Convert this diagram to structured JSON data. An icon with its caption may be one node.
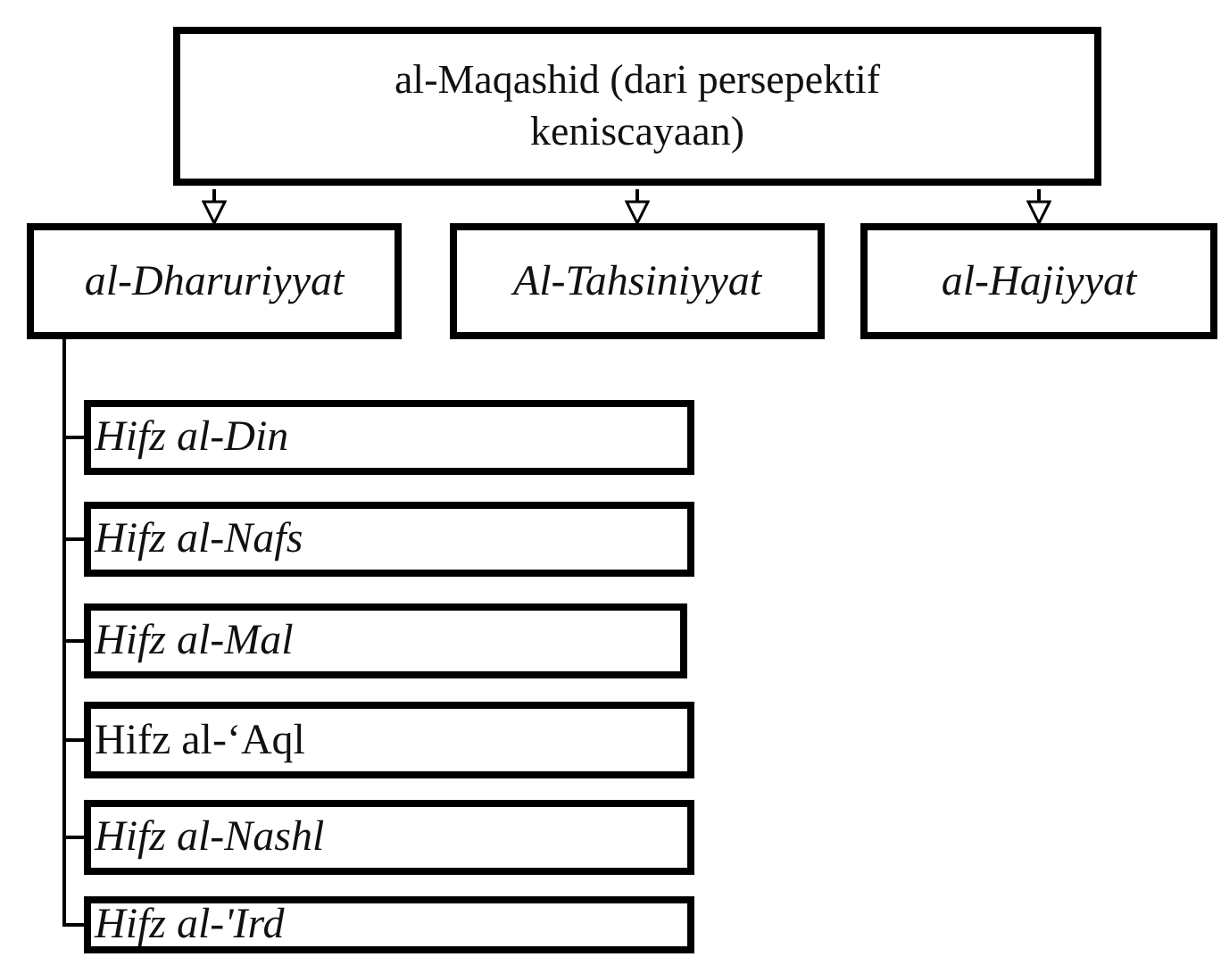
{
  "diagram": {
    "nodes": [
      {
        "text": [
          "al-Maqashid (dari persepektif keniscayaan)"
        ]
      },
      {
        "text": [
          "al-Dharuriyyat"
        ]
      },
      {
        "text": [
          "Al-Tahsiniyyat"
        ]
      },
      {
        "text": [
          "al-Hajiyyat"
        ]
      },
      {
        "text": [
          "Hifz al-Din"
        ]
      },
      {
        "text": [
          "Hifz al-Nafs"
        ]
      },
      {
        "text": [
          "Hifz al-Mal"
        ]
      },
      {
        "text": [
          "Hifz al-‘Aql"
        ]
      },
      {
        "text": [
          "Hifz al-Nashl"
        ]
      },
      {
        "text": [
          "Hifz al-'Ird"
        ]
      }
    ],
    "edges": [
      {
        "from": 0,
        "to": 1,
        "arrow": "to"
      },
      {
        "from": 0,
        "to": 2,
        "arrow": "to"
      },
      {
        "from": 0,
        "to": 3,
        "arrow": "to"
      },
      {
        "from": 1,
        "to": 4,
        "arrow": "none"
      },
      {
        "from": 1,
        "to": 5,
        "arrow": "none"
      },
      {
        "from": 1,
        "to": 6,
        "arrow": "none"
      },
      {
        "from": 1,
        "to": 7,
        "arrow": "none"
      },
      {
        "from": 1,
        "to": 8,
        "arrow": "none"
      },
      {
        "from": 1,
        "to": 9,
        "arrow": "none"
      }
    ]
  }
}
